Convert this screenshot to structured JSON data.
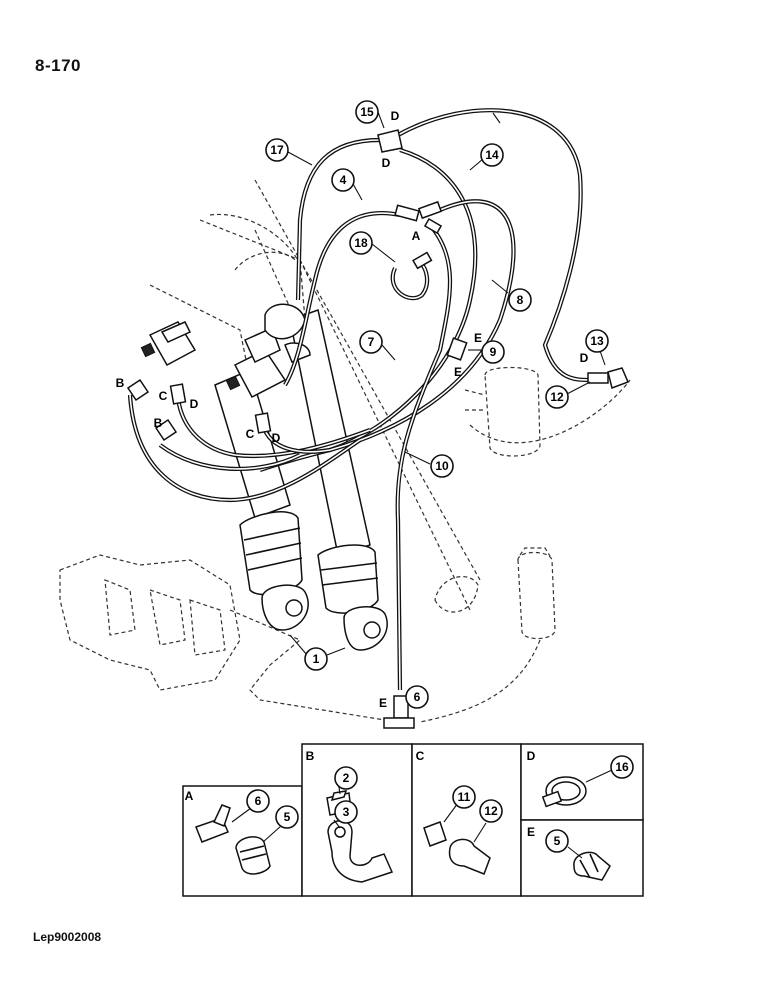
{
  "header": {
    "page_number": "8-170"
  },
  "footer": {
    "drawing_code": "Lep9002008"
  },
  "callouts": {
    "c1": "1",
    "c4": "4",
    "c6": "6",
    "c7": "7",
    "c8": "8",
    "c9": "9",
    "c10": "10",
    "c12": "12",
    "c13": "13",
    "c14": "14",
    "c15": "15",
    "c17": "17",
    "c18": "18"
  },
  "connection_letters": {
    "a": "A",
    "b1": "B",
    "b2": "B",
    "c1": "C",
    "c2": "C",
    "d1": "D",
    "d2": "D",
    "d3": "D",
    "d4": "D",
    "d5": "D",
    "e1": "E",
    "e2": "E",
    "e3": "E"
  },
  "detail_panels": {
    "a": {
      "label": "A",
      "parts": [
        "6",
        "5"
      ]
    },
    "b": {
      "label": "B",
      "parts": [
        "2",
        "3"
      ]
    },
    "c": {
      "label": "C",
      "parts": [
        "11",
        "12"
      ]
    },
    "d": {
      "label": "D",
      "parts": [
        "16"
      ]
    },
    "e": {
      "label": "E",
      "parts": [
        "5"
      ]
    }
  }
}
